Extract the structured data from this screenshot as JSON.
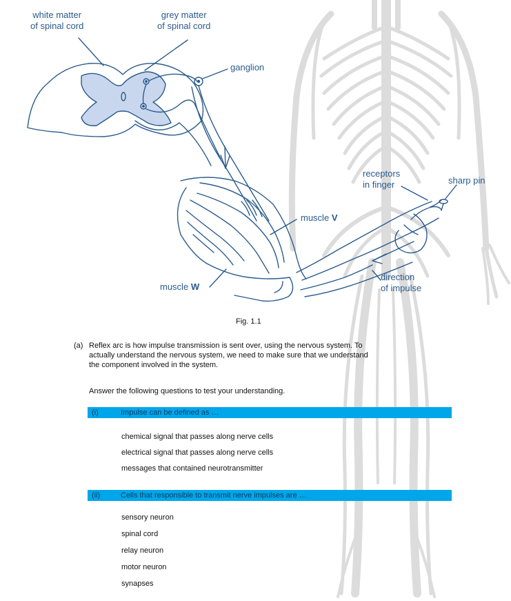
{
  "diagram": {
    "labels": {
      "white_matter": [
        "white matter",
        "of spinal cord"
      ],
      "grey_matter": [
        "grey matter",
        "of spinal cord"
      ],
      "ganglion": "ganglion",
      "receptors": [
        "receptors",
        "in finger"
      ],
      "sharp_pin": "sharp pin",
      "muscle_v_prefix": "muscle",
      "muscle_v_letter": "V",
      "muscle_w_prefix": "muscle",
      "muscle_w_letter": "W",
      "direction": [
        "direction",
        "of impulse"
      ]
    },
    "caption": "Fig. 1.1"
  },
  "question_a": {
    "label": "(a)",
    "intro_lines": [
      "Reflex arc is how impulse transmission is sent over, using the nervous system. To",
      "actually understand the nervous system, we need to make sure that we understand",
      "the component involved in the system."
    ],
    "instruction": "Answer the following questions to test your understanding.",
    "parts": [
      {
        "number": "(i)",
        "prompt": "Impulse can be defined as …",
        "options": [
          "chemical signal that passes along nerve cells",
          "electrical signal that passes along nerve cells",
          "messages that contained neurotransmitter"
        ]
      },
      {
        "number": "(ii)",
        "prompt": "Cells that responsible to transmit nerve impulses are …",
        "options": [
          "sensory neuron",
          "spinal cord",
          "relay neuron",
          "motor neuron",
          "synapses"
        ]
      }
    ]
  },
  "colors": {
    "accent_bar": "#00a6ea",
    "diagram_line": "#2a5a8c",
    "grey_matter_fill": "#c9d7ee",
    "background_figure": "#dcdcdc"
  }
}
